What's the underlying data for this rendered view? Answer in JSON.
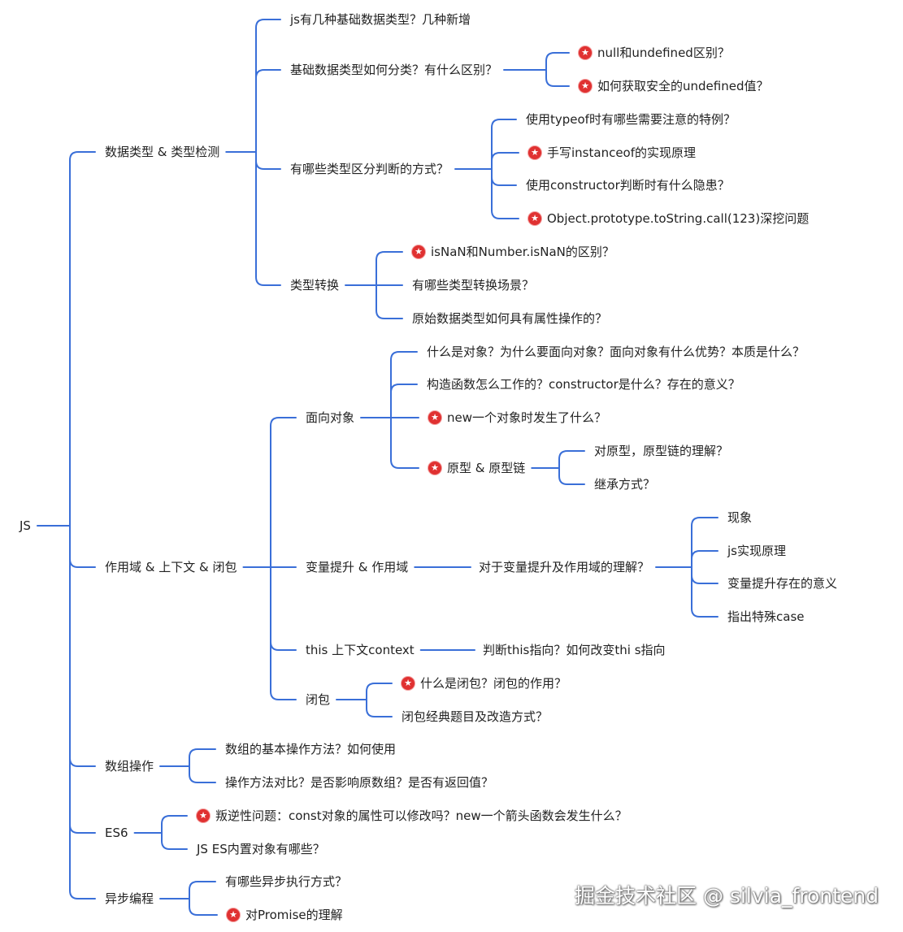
{
  "root": "JS",
  "colors": {
    "line": "#3a6fd8",
    "star": "#e03131",
    "text": "#222222"
  },
  "watermark": "掘金技术社区 @ silvia_frontend",
  "nodes": [
    {
      "id": "root",
      "label": "JS",
      "star": false
    },
    {
      "id": "a",
      "parent": "root",
      "label": "数据类型 & 类型检测",
      "star": false
    },
    {
      "id": "a1",
      "parent": "a",
      "label": "js有几种基础数据类型？几种新增",
      "star": false
    },
    {
      "id": "a2",
      "parent": "a",
      "label": "基础数据类型如何分类？有什么区别？",
      "star": false
    },
    {
      "id": "a2a",
      "parent": "a2",
      "label": "null和undefined区别？",
      "star": true
    },
    {
      "id": "a2b",
      "parent": "a2",
      "label": "如何获取安全的undefined值？",
      "star": true
    },
    {
      "id": "a3",
      "parent": "a",
      "label": "有哪些类型区分判断的方式？",
      "star": false
    },
    {
      "id": "a3a",
      "parent": "a3",
      "label": "使用typeof时有哪些需要注意的特例？",
      "star": false
    },
    {
      "id": "a3b",
      "parent": "a3",
      "label": "手写instanceof的实现原理",
      "star": true
    },
    {
      "id": "a3c",
      "parent": "a3",
      "label": "使用constructor判断时有什么隐患？",
      "star": false
    },
    {
      "id": "a3d",
      "parent": "a3",
      "label": "Object.prototype.toString.call(123)深挖问题",
      "star": true
    },
    {
      "id": "a4",
      "parent": "a",
      "label": "类型转换",
      "star": false
    },
    {
      "id": "a4a",
      "parent": "a4",
      "label": "isNaN和Number.isNaN的区别？",
      "star": true
    },
    {
      "id": "a4b",
      "parent": "a4",
      "label": "有哪些类型转换场景？",
      "star": false
    },
    {
      "id": "a4c",
      "parent": "a4",
      "label": "原始数据类型如何具有属性操作的？",
      "star": false
    },
    {
      "id": "b",
      "parent": "root",
      "label": "作用域 & 上下文 & 闭包",
      "star": false
    },
    {
      "id": "b1",
      "parent": "b",
      "label": "面向对象",
      "star": false
    },
    {
      "id": "b1a",
      "parent": "b1",
      "label": "什么是对象？为什么要面向对象？面向对象有什么优势？本质是什么？",
      "star": false
    },
    {
      "id": "b1b",
      "parent": "b1",
      "label": "构造函数怎么工作的？constructor是什么？存在的意义？",
      "star": false
    },
    {
      "id": "b1c",
      "parent": "b1",
      "label": "new一个对象时发生了什么？",
      "star": true
    },
    {
      "id": "b1d",
      "parent": "b1",
      "label": "原型 & 原型链",
      "star": true
    },
    {
      "id": "b1d1",
      "parent": "b1d",
      "label": "对原型，原型链的理解？",
      "star": false
    },
    {
      "id": "b1d2",
      "parent": "b1d",
      "label": "继承方式？",
      "star": false
    },
    {
      "id": "b2",
      "parent": "b",
      "label": "变量提升 & 作用域",
      "star": false
    },
    {
      "id": "b2a",
      "parent": "b2",
      "label": "对于变量提升及作用域的理解？",
      "star": false
    },
    {
      "id": "b2a1",
      "parent": "b2a",
      "label": "现象",
      "star": false
    },
    {
      "id": "b2a2",
      "parent": "b2a",
      "label": "js实现原理",
      "star": false
    },
    {
      "id": "b2a3",
      "parent": "b2a",
      "label": "变量提升存在的意义",
      "star": false
    },
    {
      "id": "b2a4",
      "parent": "b2a",
      "label": "指出特殊case",
      "star": false
    },
    {
      "id": "b3",
      "parent": "b",
      "label": "this 上下文context",
      "star": false
    },
    {
      "id": "b3a",
      "parent": "b3",
      "label": "判断this指向？如何改变thi s指向",
      "star": false
    },
    {
      "id": "b4",
      "parent": "b",
      "label": "闭包",
      "star": false
    },
    {
      "id": "b4a",
      "parent": "b4",
      "label": "什么是闭包？闭包的作用？",
      "star": true
    },
    {
      "id": "b4b",
      "parent": "b4",
      "label": "闭包经典题目及改造方式？",
      "star": false
    },
    {
      "id": "c",
      "parent": "root",
      "label": "数组操作",
      "star": false
    },
    {
      "id": "c1",
      "parent": "c",
      "label": "数组的基本操作方法？如何使用",
      "star": false
    },
    {
      "id": "c2",
      "parent": "c",
      "label": "操作方法对比？是否影响原数组？是否有返回值？",
      "star": false
    },
    {
      "id": "d",
      "parent": "root",
      "label": "ES6",
      "star": false
    },
    {
      "id": "d1",
      "parent": "d",
      "label": "叛逆性问题：const对象的属性可以修改吗？new一个箭头函数会发生什么？",
      "star": true
    },
    {
      "id": "d2",
      "parent": "d",
      "label": "JS ES内置对象有哪些？",
      "star": false
    },
    {
      "id": "e",
      "parent": "root",
      "label": "异步编程",
      "star": false
    },
    {
      "id": "e1",
      "parent": "e",
      "label": "有哪些异步执行方式？",
      "star": false
    },
    {
      "id": "e2",
      "parent": "e",
      "label": "对Promise的理解",
      "star": true
    }
  ]
}
